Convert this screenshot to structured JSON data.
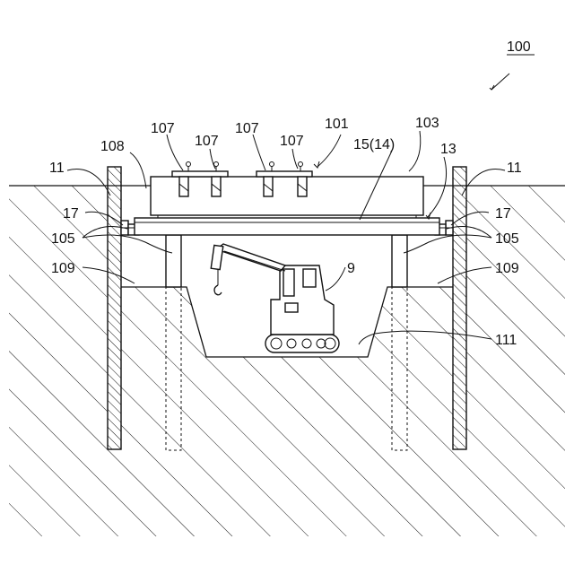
{
  "figure": {
    "labels": {
      "ref_100": "100",
      "ref_101": "101",
      "ref_103": "103",
      "ref_107": "107",
      "ref_108": "108",
      "ref_15_14": "15(14)",
      "ref_13": "13",
      "ref_11": "11",
      "ref_17": "17",
      "ref_105": "105",
      "ref_9": "9",
      "ref_109": "109",
      "ref_111": "111"
    }
  }
}
